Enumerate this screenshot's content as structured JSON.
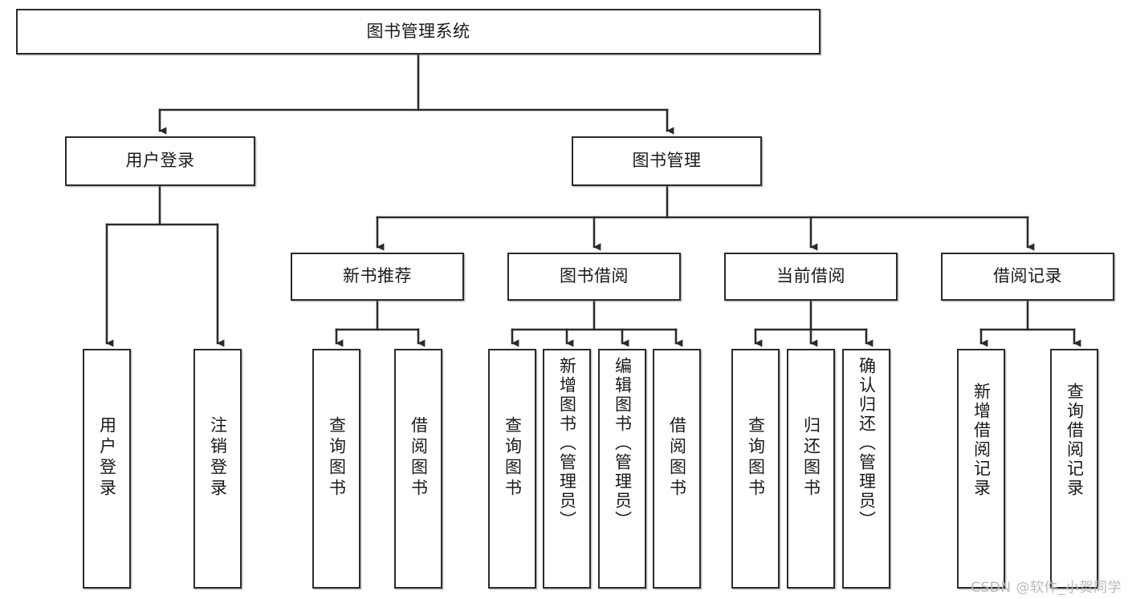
{
  "diagram": {
    "title": "图书管理系统",
    "type": "tree-hierarchy",
    "colors": {
      "box_border": "#2b2b2b",
      "box_fill": "#ffffff",
      "connector": "#2b2b2b",
      "text": "#1a1a1a",
      "watermark": "#b9b9b9"
    },
    "root": {
      "label": "图书管理系统"
    },
    "level2": [
      {
        "label": "用户登录"
      },
      {
        "label": "图书管理"
      }
    ],
    "level3": [
      {
        "label": "新书推荐"
      },
      {
        "label": "图书借阅"
      },
      {
        "label": "当前借阅"
      },
      {
        "label": "借阅记录"
      }
    ],
    "leaves": {
      "user_login": [
        {
          "label": "用户登录"
        },
        {
          "label": "注销登录"
        }
      ],
      "new_book": [
        {
          "label": "查询图书"
        },
        {
          "label": "借阅图书"
        }
      ],
      "book_borrow": [
        {
          "label": "查询图书"
        },
        {
          "label": "新增图书（管理员）"
        },
        {
          "label": "编辑图书（管理员）"
        },
        {
          "label": "借阅图书"
        }
      ],
      "current_borrow": [
        {
          "label": "查询图书"
        },
        {
          "label": "归还图书"
        },
        {
          "label": "确认归还（管理员）"
        }
      ],
      "borrow_record": [
        {
          "label": "新增借阅记录"
        },
        {
          "label": "查询借阅记录"
        }
      ]
    }
  },
  "watermark": {
    "text": "CSDN @软件_小贺同学"
  }
}
